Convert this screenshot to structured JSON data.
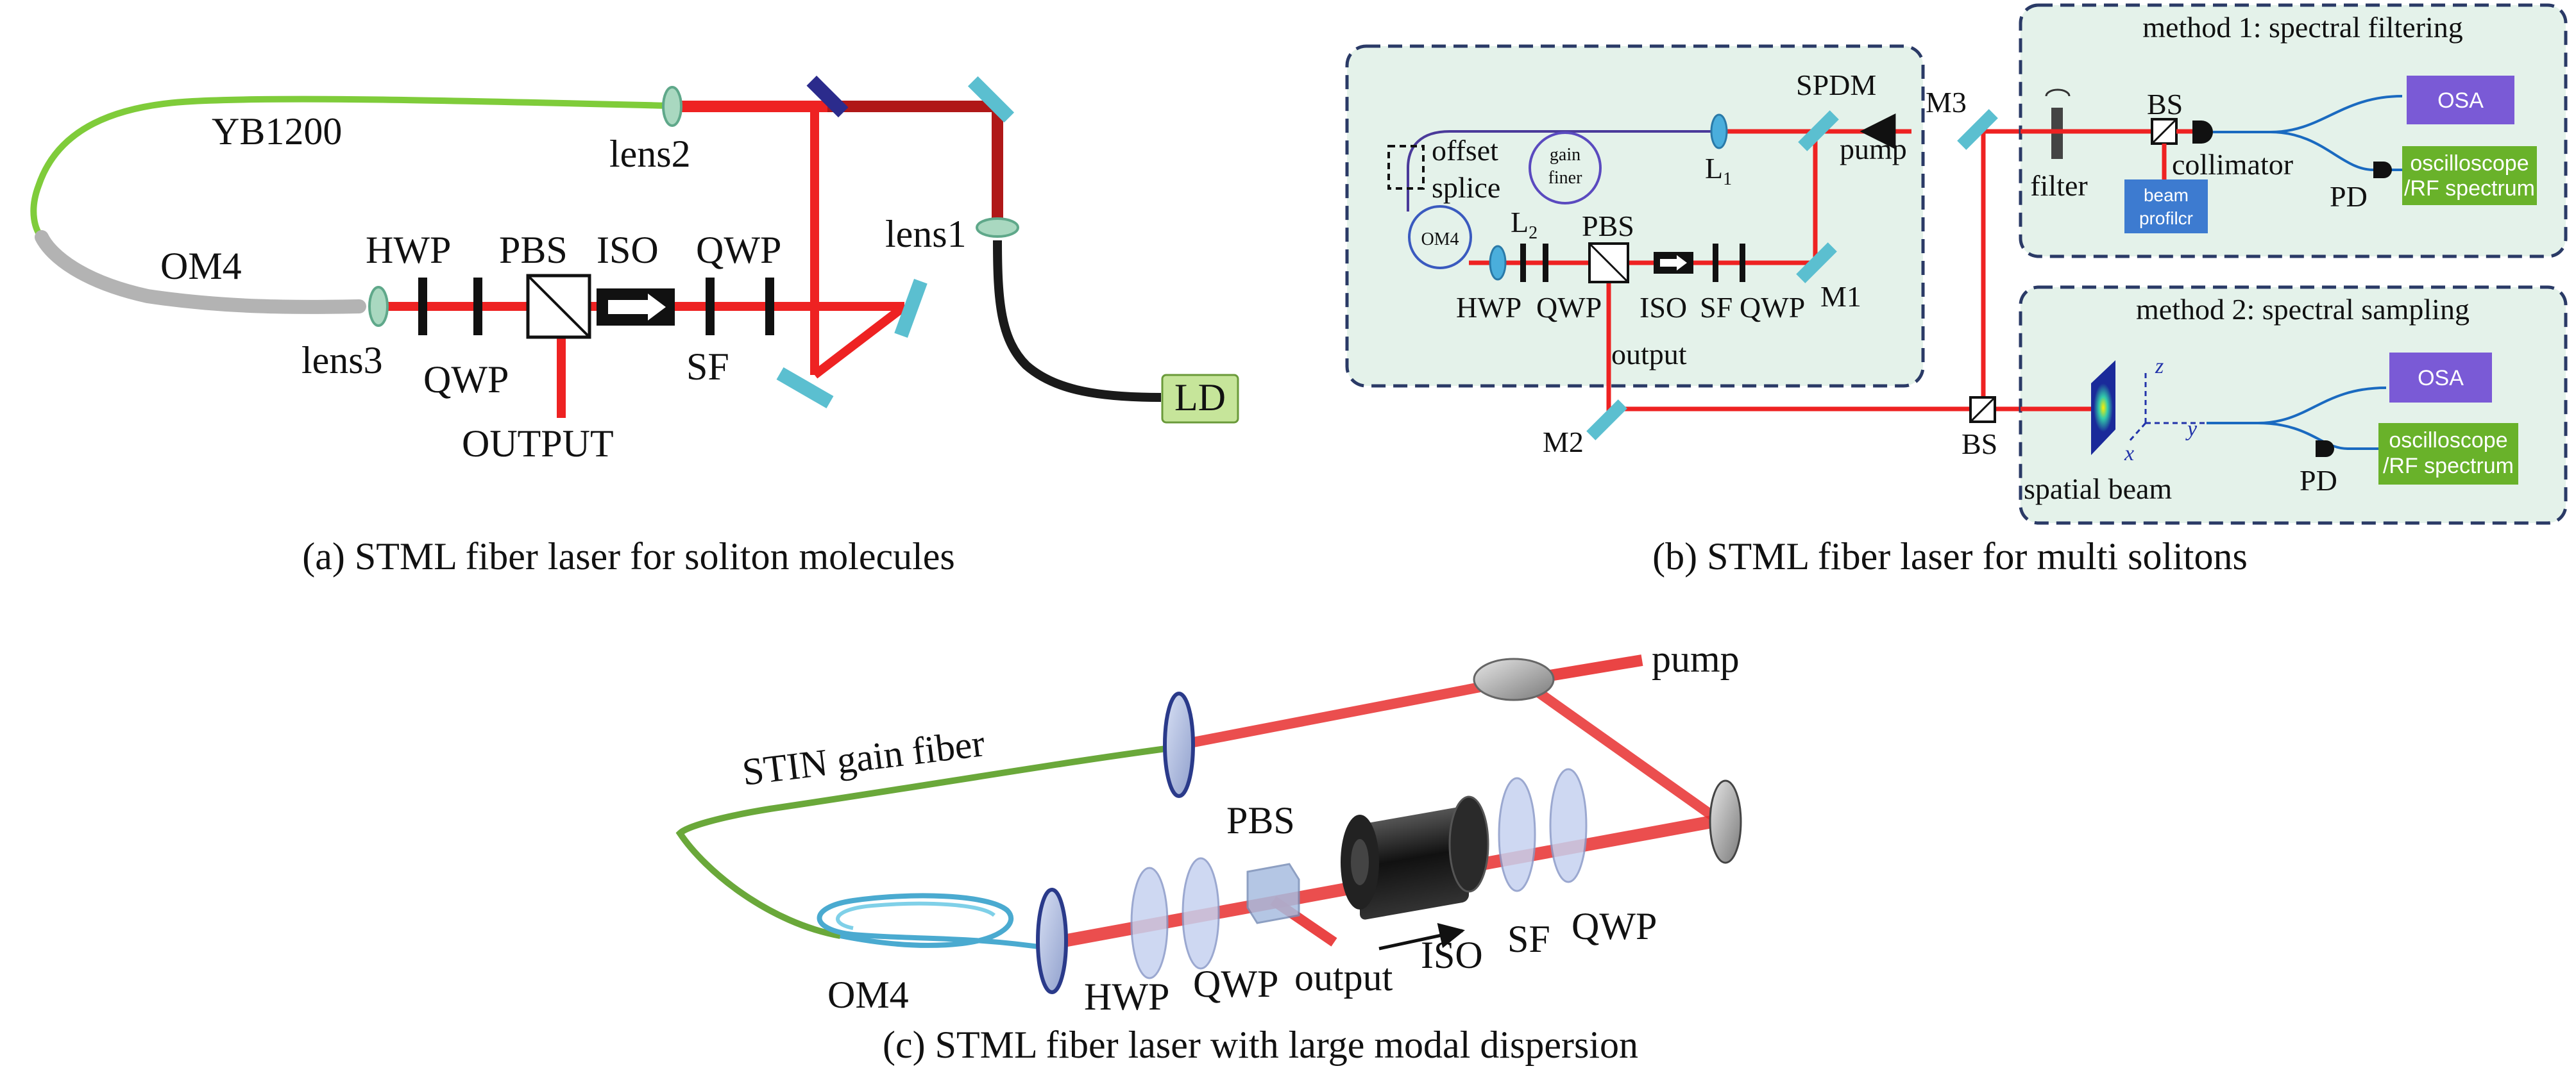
{
  "colors": {
    "beam": "#ee2222",
    "beam_dark": "#b01818",
    "gain_fiber": "#7fcc3a",
    "multimode_fiber": "#b3b3b3",
    "pump_fiber": "#1a1a1a",
    "mirror": "#5bbfd0",
    "dichroic": "#2b2b8c",
    "ld_box": "#c6e59a",
    "panel_fill": "#e4f2ea",
    "panel_border": "#2a3a66",
    "osa_box": "#7a5ad6",
    "rf_box": "#69b22a",
    "profiler_box": "#3d7bd0",
    "sampling_line": "#2233aa"
  },
  "panel_a": {
    "labels": {
      "yb1200": "YB1200",
      "om4": "OM4",
      "lens2": "lens2",
      "lens1": "lens1",
      "lens3": "lens3",
      "hwp": "HWP",
      "pbs": "PBS",
      "iso": "ISO",
      "qwp_top": "QWP",
      "qwp_bottom": "QWP",
      "sf": "SF",
      "output": "OUTPUT",
      "ld": "LD"
    },
    "caption": "(a) STML fiber laser for soliton molecules"
  },
  "panel_b": {
    "labels": {
      "spdm": "SPDM",
      "pump": "pump",
      "offset": "offset",
      "splice": "splice",
      "gain_finer": [
        "gain",
        "finer"
      ],
      "om4": "OM4",
      "l1": "L",
      "l1_sub": "1",
      "l2": "L",
      "l2_sub": "2",
      "pbs": "PBS",
      "hwp": "HWP",
      "qwp1": "QWP",
      "iso": "ISO",
      "sf": "SF",
      "qwp2": "QWP",
      "m1": "M1",
      "output": "output",
      "m2": "M2",
      "m3": "M3",
      "bs": "BS"
    },
    "method1": {
      "title": "method 1: spectral filtering",
      "filter": "filter",
      "bs": "BS",
      "collimator": "collimator",
      "beam_profiler": [
        "beam",
        "profilcr"
      ],
      "osa": "OSA",
      "pd": "PD",
      "scope": [
        "oscilloscope",
        "/RF spectrum"
      ]
    },
    "method2": {
      "title": "method 2: spectral sampling",
      "spatial_beam": "spatial beam",
      "axis_z": "z",
      "axis_y": "y",
      "axis_x": "x",
      "osa": "OSA",
      "pd": "PD",
      "scope": [
        "oscilloscope",
        "/RF spectrum"
      ]
    },
    "caption": "(b) STML fiber laser for multi solitons"
  },
  "panel_c": {
    "labels": {
      "pump": "pump",
      "gain_fiber": "STIN gain fiber",
      "pbs": "PBS",
      "om4": "OM4",
      "hwp": "HWP",
      "qwp1": "QWP",
      "output": "output",
      "iso": "ISO",
      "sf": "SF",
      "qwp2": "QWP"
    },
    "caption": "(c) STML fiber laser with large modal dispersion"
  }
}
